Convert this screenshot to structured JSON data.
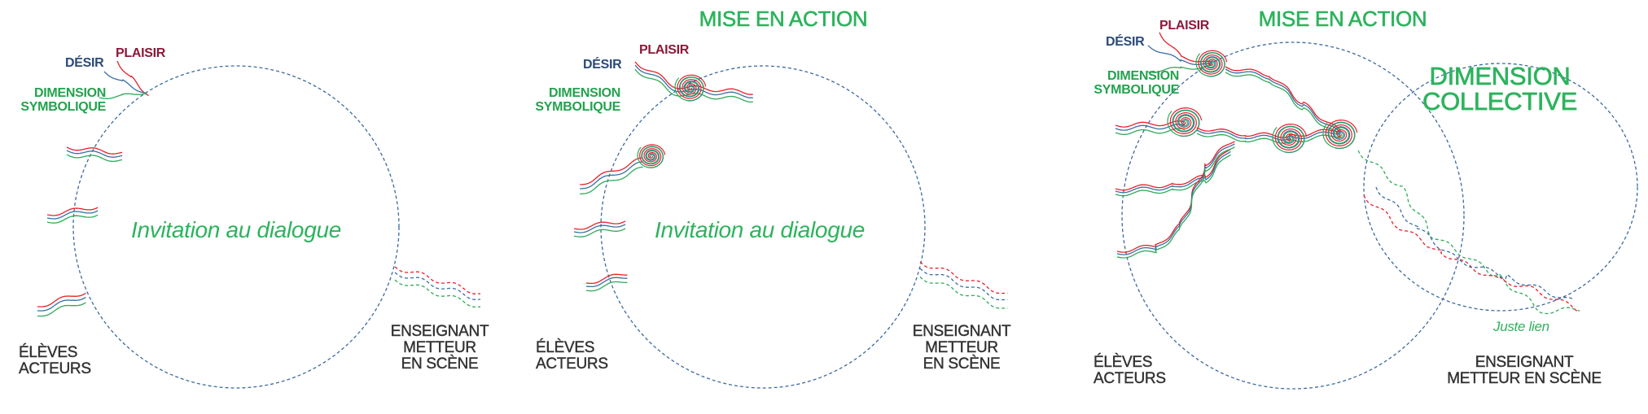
{
  "colors": {
    "plaisir": "#e8202a",
    "desir": "#3a6ea5",
    "symbolique": "#2eaa5a",
    "circle": "#3d6a9e"
  },
  "panels": [
    {
      "labels": {
        "plaisir": "PLAISIR",
        "desir": "DÉSIR",
        "symbolique_1": "DIMENSION",
        "symbolique_2": "SYMBOLIQUE",
        "center": "Invitation au dialogue",
        "students_1": "ÉLÈVES",
        "students_2": "ACTEURS",
        "teacher_1": "ENSEIGNANT",
        "teacher_2": "METTEUR",
        "teacher_3": "EN SCÈNE"
      }
    },
    {
      "title": "MISE EN ACTION",
      "labels": {
        "plaisir": "PLAISIR",
        "desir": "DÉSIR",
        "symbolique_1": "DIMENSION",
        "symbolique_2": "SYMBOLIQUE",
        "center": "Invitation au dialogue",
        "students_1": "ÉLÈVES",
        "students_2": "ACTEURS",
        "teacher_1": "ENSEIGNANT",
        "teacher_2": "METTEUR",
        "teacher_3": "EN SCÈNE"
      }
    },
    {
      "title": "MISE EN ACTION",
      "labels": {
        "plaisir": "PLAISIR",
        "desir": "DÉSIR",
        "symbolique_1": "DIMENSION",
        "symbolique_2": "SYMBOLIQUE",
        "collective_1": "DIMENSION",
        "collective_2": "COLLECTIVE",
        "students_1": "ÉLÈVES",
        "students_2": "ACTEURS",
        "teacher_1": "ENSEIGNANT",
        "teacher_2": "METTEUR EN SCÈNE",
        "link": "Juste lien"
      }
    }
  ]
}
